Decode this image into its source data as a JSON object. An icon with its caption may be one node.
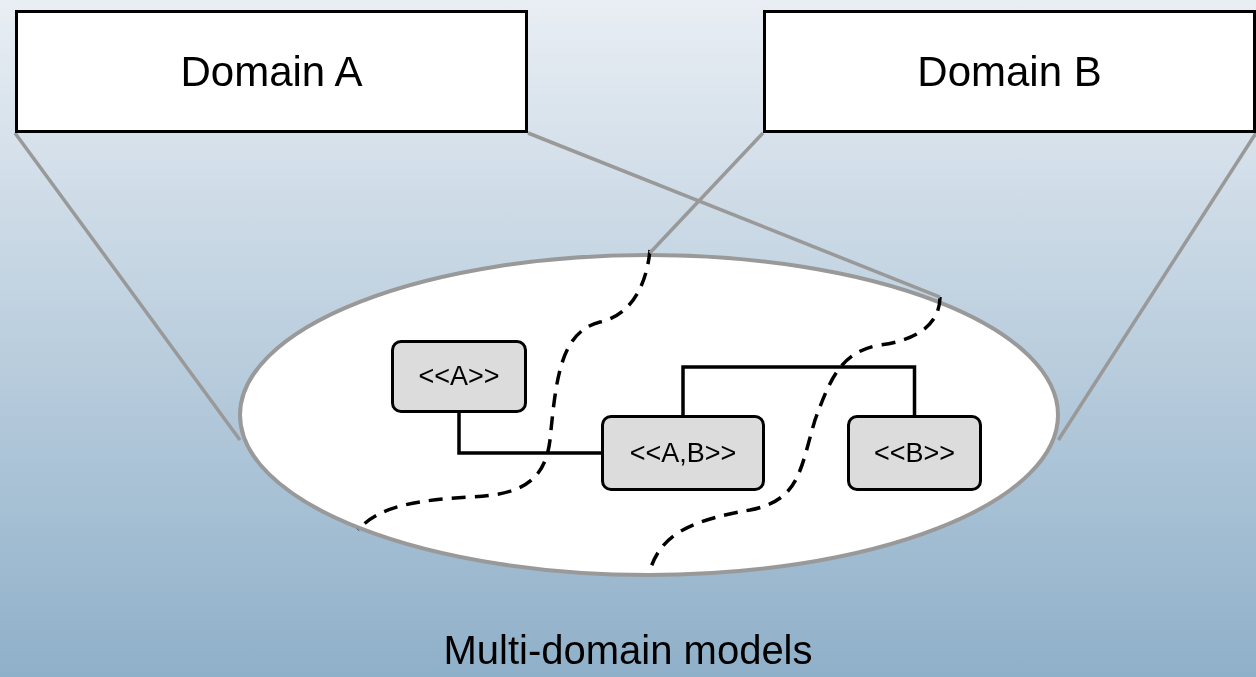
{
  "diagram": {
    "caption": "Multi-domain models",
    "nodes": [
      {
        "text": [
          "Domain A"
        ]
      },
      {
        "text": [
          "Domain B"
        ]
      },
      {
        "text": [],
        "shape": "ellipse"
      },
      {
        "text": [
          "<<A>>"
        ],
        "in": 2
      },
      {
        "text": [
          "<<A,B>>"
        ],
        "in": 2
      },
      {
        "text": [
          "<<B>>"
        ],
        "in": 2
      }
    ],
    "edges": [
      {
        "from": 0,
        "to": 2,
        "arrow": "none"
      },
      {
        "from": 0,
        "to": 2,
        "arrow": "none"
      },
      {
        "from": 1,
        "to": 2,
        "arrow": "none"
      },
      {
        "from": 1,
        "to": 2,
        "arrow": "none"
      },
      {
        "from": 3,
        "to": 4,
        "arrow": "none",
        "color": "#000000"
      },
      {
        "from": 4,
        "to": 5,
        "arrow": "none",
        "color": "#000000"
      }
    ]
  }
}
